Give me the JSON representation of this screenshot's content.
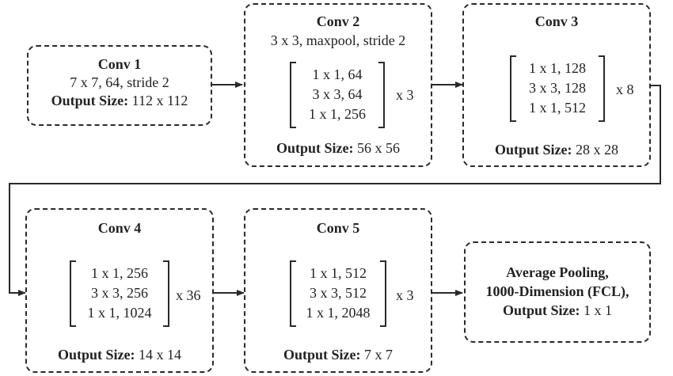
{
  "conv1": {
    "title": "Conv 1",
    "line1": "7 x 7, 64, stride 2",
    "output_label": "Output Size:",
    "output_value": " 112 x 112"
  },
  "conv2": {
    "title": "Conv 2",
    "subtitle": "3 x 3, maxpool, stride 2",
    "rows": [
      "1 x 1, 64",
      "3 x 3, 64",
      "1 x 1, 256"
    ],
    "repeat": "x 3",
    "output_label": "Output Size:",
    "output_value": " 56 x 56"
  },
  "conv3": {
    "title": "Conv 3",
    "rows": [
      "1 x 1, 128",
      "3 x 3, 128",
      "1 x 1, 512"
    ],
    "repeat": "x 8",
    "output_label": "Output Size:",
    "output_value": " 28 x 28"
  },
  "conv4": {
    "title": "Conv 4",
    "rows": [
      "1 x 1, 256",
      "3 x 3, 256",
      "1 x 1, 1024"
    ],
    "repeat": "x 36",
    "output_label": "Output Size:",
    "output_value": " 14 x 14"
  },
  "conv5": {
    "title": "Conv 5",
    "rows": [
      "1 x 1, 512",
      "3 x 3, 512",
      "1 x 1, 2048"
    ],
    "repeat": "x 3",
    "output_label": "Output Size:",
    "output_value": " 7 x 7"
  },
  "pool": {
    "line1": "Average Pooling,",
    "line2": "1000-Dimension (FCL),",
    "output_label": "Output Size:",
    "output_value": " 1 x 1"
  }
}
